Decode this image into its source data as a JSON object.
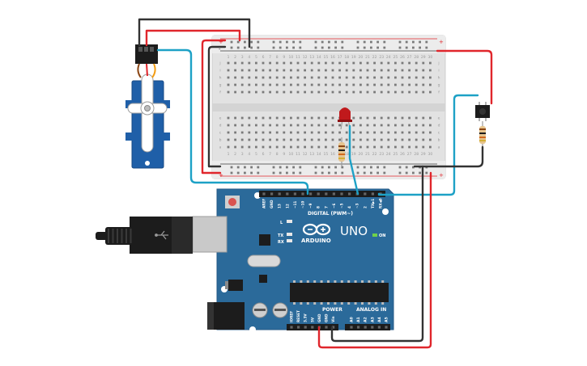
{
  "breadboard": {
    "plus_sign": "+",
    "minus_sign": "-",
    "row_letters_top": [
      "j",
      "i",
      "h",
      "g",
      "f"
    ],
    "row_letters_bottom": [
      "e",
      "d",
      "c",
      "b",
      "a"
    ],
    "column_numbers": [
      "1",
      "2",
      "3",
      "4",
      "5",
      "6",
      "7",
      "8",
      "9",
      "10",
      "11",
      "12",
      "13",
      "14",
      "15",
      "16",
      "17",
      "18",
      "19",
      "20",
      "21",
      "22",
      "23",
      "24",
      "25",
      "26",
      "27",
      "28",
      "29",
      "30"
    ]
  },
  "arduino": {
    "brand": "ARDUINO",
    "model": "UNO",
    "digital_header": "DIGITAL (PWM~)",
    "on_label": "ON",
    "led_l": "L",
    "led_tx": "TX",
    "led_rx": "RX",
    "power_label": "POWER",
    "analog_label": "ANALOG IN",
    "top_pins": [
      "AREF",
      "GND",
      "13",
      "12",
      "~11",
      "~10",
      "~9",
      "8",
      "7",
      "~6",
      "~5",
      "4",
      "~3",
      "2",
      "TX▶1",
      "RX◀0"
    ],
    "power_pins": [
      "IOREF",
      "RESET",
      "3.3V",
      "5V",
      "GND",
      "GND",
      "Vin"
    ],
    "analog_pins": [
      "A0",
      "A1",
      "A2",
      "A3",
      "A4",
      "A5"
    ]
  },
  "colors": {
    "wire_red": "#e0262c",
    "wire_black": "#333333",
    "wire_blue": "#1da1c6",
    "board_blue": "#2b6a9a",
    "servo_blue": "#1f5fa8",
    "led_red": "#c0191c"
  }
}
